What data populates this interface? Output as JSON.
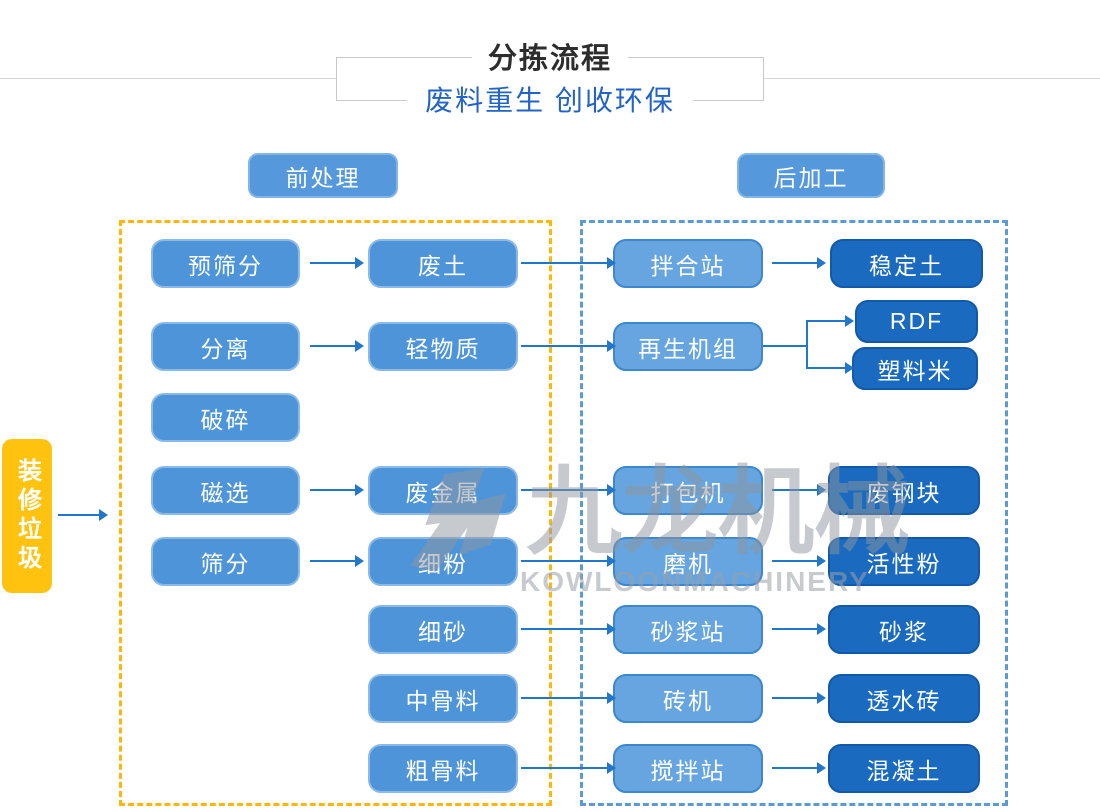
{
  "header": {
    "title": "分拣流程",
    "subtitle": "废料重生 创收环保"
  },
  "sections": {
    "pre_label": "前处理",
    "post_label": "后加工"
  },
  "source_label": "装修垃圾",
  "flow": {
    "left_col1": [
      "预筛分",
      "分离",
      "破碎",
      "磁选",
      "筛分"
    ],
    "left_col2": [
      "废土",
      "轻物质",
      "废金属",
      "细粉",
      "细砂",
      "中骨料",
      "粗骨料"
    ],
    "right_col1": [
      "拌合站",
      "再生机组",
      "打包机",
      "磨机",
      "砂浆站",
      "砖机",
      "搅拌站"
    ],
    "right_col2": [
      "稳定土",
      "RDF",
      "塑料米",
      "废钢块",
      "活性粉",
      "砂浆",
      "透水砖",
      "混凝土"
    ]
  },
  "watermark": {
    "cn": "九龙机械",
    "en": "KOWLOONMACHINERY"
  },
  "colors": {
    "title_text": "#2d2d2d",
    "subtitle_text": "#2163c8",
    "box_mid": "#4e94d9",
    "box_light": "#66a5e0",
    "box_dark": "#1a6ac0",
    "source_yellow": "#ffc20e",
    "pre_zone_dash": "#ffb60a",
    "post_zone_dash": "#5b9bd5",
    "arrow": "#2277c8"
  }
}
